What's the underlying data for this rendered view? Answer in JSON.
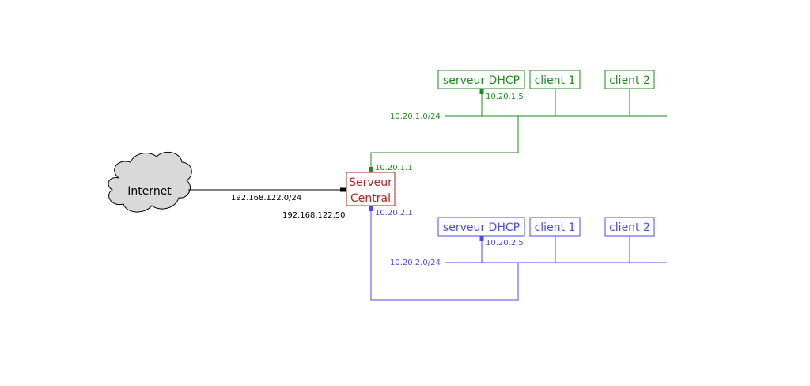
{
  "colors": {
    "green": "#1f8a1f",
    "blue": "#4a4af0",
    "red": "#b22222",
    "black": "#000000",
    "cloud_fill": "#d9d9d9"
  },
  "internet": {
    "label": "Internet"
  },
  "wan": {
    "network": "192.168.122.0/24",
    "address": "192.168.122.50"
  },
  "central": {
    "line1": "Serveur",
    "line2": "Central"
  },
  "green_net": {
    "network": "10.20.1.0/24",
    "gateway": "10.20.1.1",
    "dhcp_label": "serveur DHCP",
    "dhcp_ip": "10.20.1.5",
    "client1": "client 1",
    "client2": "client 2"
  },
  "blue_net": {
    "network": "10.20.2.0/24",
    "gateway": "10.20.2.1",
    "dhcp_label": "serveur DHCP",
    "dhcp_ip": "10.20.2.5",
    "client1": "client 1",
    "client2": "client 2"
  }
}
